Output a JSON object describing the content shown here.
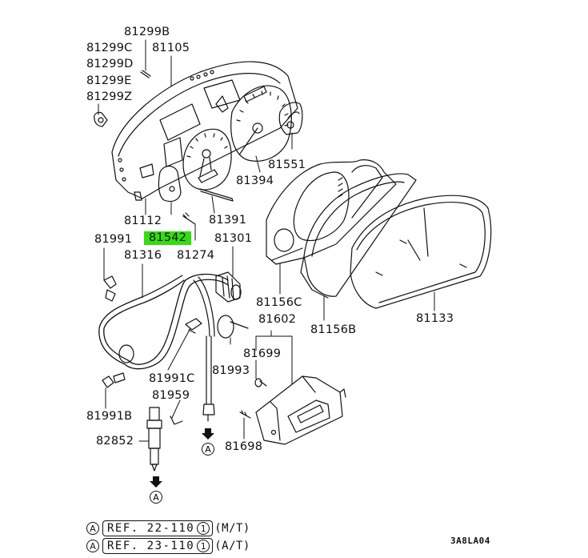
{
  "diagram": {
    "title": "Combination meter parts diagram",
    "part_labels": {
      "p81299B": "81299B",
      "p81299C": "81299C",
      "p81105": "81105",
      "p81299D": "81299D",
      "p81299E": "81299E",
      "p81299Z": "81299Z",
      "p81551": "81551",
      "p81394": "81394",
      "p81112": "81112",
      "p81391": "81391",
      "p81542": "81542",
      "p81991": "81991",
      "p81301": "81301",
      "p81316": "81316",
      "p81274": "81274",
      "p81156C": "81156C",
      "p81133": "81133",
      "p81602": "81602",
      "p81156B": "81156B",
      "p81699": "81699",
      "p81991C": "81991C",
      "p81993": "81993",
      "p81959": "81959",
      "p81991B": "81991B",
      "p82852": "82852",
      "p81698": "81698"
    },
    "highlighted_part": "81542",
    "highlight_color": "#33dd11",
    "connector_markers": {
      "a1": "A",
      "a2": "A"
    },
    "references": [
      {
        "marker": "A",
        "text": "REF. 22-110",
        "circled": "1",
        "trans": "(M/T)"
      },
      {
        "marker": "A",
        "text": "REF. 23-110",
        "circled": "1",
        "trans": "(A/T)"
      }
    ],
    "diagram_code": "3A8LA04"
  }
}
